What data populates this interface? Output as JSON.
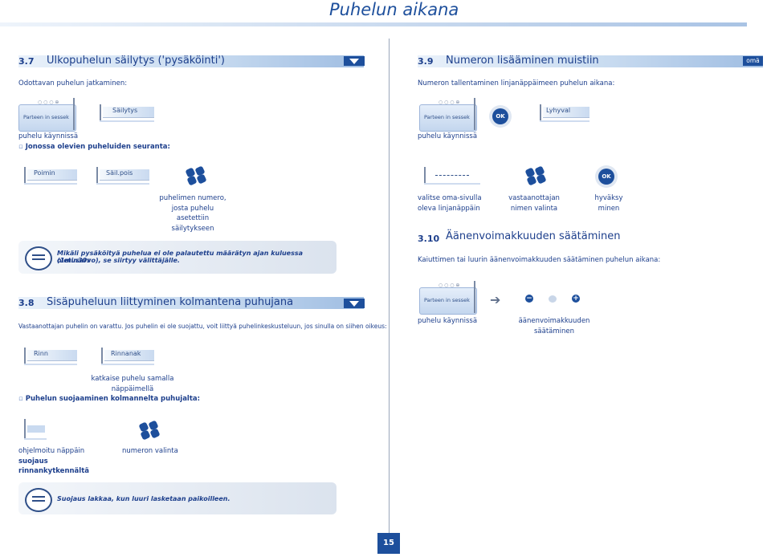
{
  "header": {
    "title": "Puhelun aikana"
  },
  "left": {
    "s37": {
      "num": "3.7",
      "title": "Ulkopuhelun säilytys ('pysäköinti')",
      "intro": "Odottavan puhelun jatkaminen:",
      "phone_text": "Parteen in sessek",
      "key_sailytys": "Säilytys",
      "caption_call": "puhelu käynnissä",
      "bullet": "Jonossa olevien puheluiden seuranta:",
      "key_poimin": "Poimin",
      "key_sailpois": "Säil.pois",
      "pad_caption": [
        "puhelimen numero,",
        "josta puhelu",
        "asetettiin",
        "säilytykseen"
      ],
      "note": [
        "Mikäli pysäköityä puhelua ei ole palautettu määrätyn ajan kuluessa (1min30s",
        "oletusarvo), se siirtyy välittäjälle."
      ]
    },
    "s38": {
      "num": "3.8",
      "title": "Sisäpuheluun liittyminen kolmantena puhujana",
      "intro": "Vastaanottajan puhelin on varattu. Jos puhelin ei ole suojattu, voit liittyä puhelinkeskusteluun, jos sinulla on siihen oikeus:",
      "key_rinn": "Rinn",
      "key_rinnanak": "Rinnanak",
      "caption_hangup": [
        "katkaise puhelu samalla",
        "näppäimellä"
      ],
      "bullet": "Puhelun suojaaminen kolmannelta puhujalta:",
      "caption_prog": [
        "ohjelmoitu näppäin"
      ],
      "caption_prog_bold": [
        "suojaus",
        "rinnankytkennältä"
      ],
      "caption_number": "numeron valinta",
      "note": "Suojaus lakkaa, kun luuri lasketaan paikoilleen."
    }
  },
  "right": {
    "s39": {
      "num": "3.9",
      "title": "Numeron lisääminen muistiin",
      "tag": "omä",
      "intro": "Numeron tallentaminen linjanäppäimeen puhelun aikana:",
      "phone_text": "Parteen in sessek",
      "key_lyhyval": "Lyhyval",
      "caption_call": "puhelu käynnissä",
      "cap1": [
        "valitse oma-sivulla",
        "oleva linjanäppäin"
      ],
      "cap2": [
        "vastaanottajan",
        "nimen valinta"
      ],
      "cap3": [
        "hyväksy",
        "minen"
      ]
    },
    "s310": {
      "num": "3.10",
      "title": "Äänenvoimakkuuden säätäminen",
      "intro": "Kaiuttimen tai luurin äänenvoimakkuuden säätäminen puhelun aikana:",
      "phone_text": "Parteen in sessek",
      "caption_call": "puhelu käynnissä",
      "caption_vol": [
        "äänenvoimakkuuden",
        "säätäminen"
      ]
    }
  },
  "ok_label": "OK",
  "page_number": "15"
}
